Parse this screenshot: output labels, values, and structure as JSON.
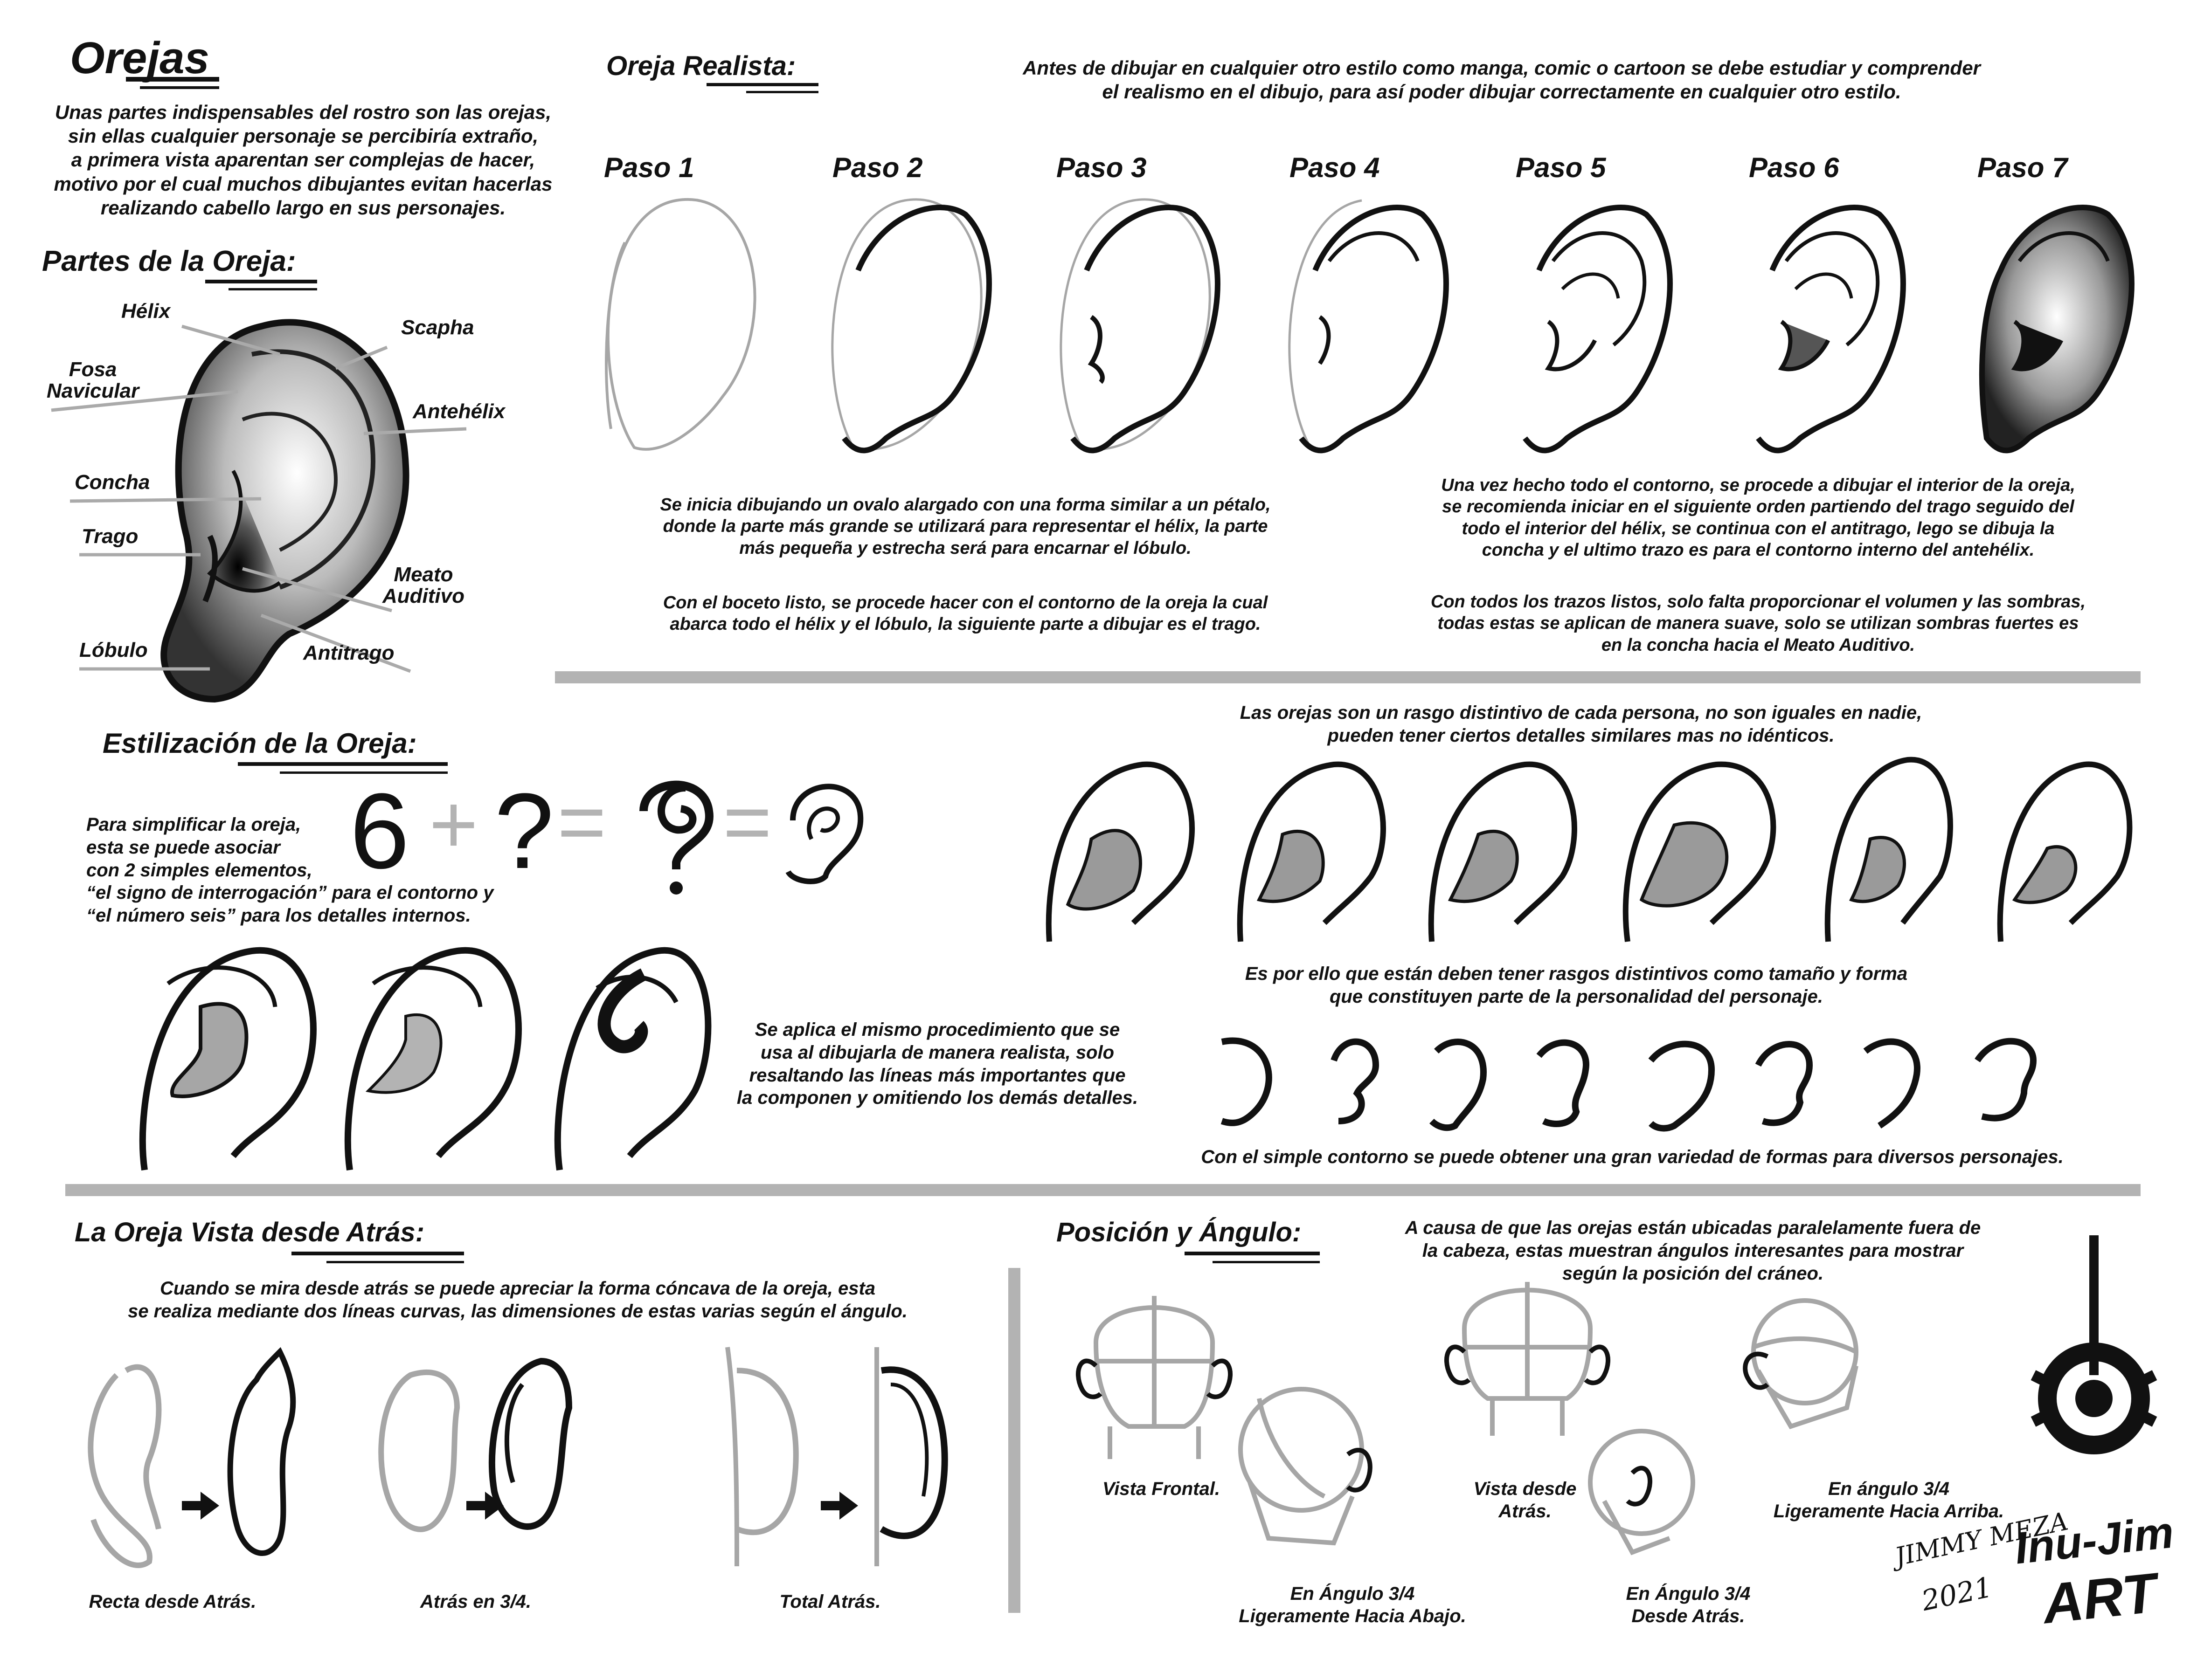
{
  "header": {
    "title": "Orejas",
    "intro": "Unas partes indispensables del rostro son las orejas,\nsin ellas cualquier personaje se percibiría extraño,\na primera vista aparentan ser complejas de hacer,\nmotivo por el cual muchos dibujantes evitan hacerlas\nrealizando cabello largo en sus personajes."
  },
  "parts": {
    "title": "Partes de la Oreja:",
    "labels": {
      "helix": "Hélix",
      "fosa": "Fosa\nNavicular",
      "scapha": "Scapha",
      "antehelix": "Antehélix",
      "concha": "Concha",
      "trago": "Trago",
      "meato": "Meato\nAuditivo",
      "lobulo": "Lóbulo",
      "antitrago": "Antitrago"
    }
  },
  "realistic": {
    "title": "Oreja Realista:",
    "intro": "Antes de dibujar en cualquier otro estilo como manga, comic o cartoon se debe estudiar y comprender\nel realismo en el dibujo, para así poder dibujar correctamente en cualquier otro estilo.",
    "steps": [
      "Paso 1",
      "Paso 2",
      "Paso 3",
      "Paso 4",
      "Paso 5",
      "Paso 6",
      "Paso 7"
    ],
    "left_text_1": "Se inicia dibujando un ovalo alargado con una forma similar a un pétalo,\ndonde la parte más grande se utilizará para representar el hélix, la parte\nmás pequeña y estrecha será para encarnar el lóbulo.",
    "left_text_2": "Con el boceto listo, se procede hacer con el contorno de la oreja la cual\nabarca todo el hélix y el lóbulo, la siguiente parte a dibujar es el trago.",
    "right_text_1": "Una vez hecho todo el contorno, se procede a dibujar el interior de la oreja,\nse recomienda iniciar en el siguiente orden partiendo del trago seguido del\ntodo el interior del hélix, se continua con el antitrago, lego se dibuja la\nconcha y el ultimo trazo es para el contorno interno del antehélix.",
    "right_text_2": "Con todos los trazos listos, solo falta proporcionar el volumen y las sombras,\ntodas estas se aplican de manera suave, solo se utilizan sombras fuertes es\nen la concha hacia el Meato Auditivo."
  },
  "stylization": {
    "title": "Estilización de la Oreja:",
    "text": "Para simplificar la oreja,\nesta se puede asociar\ncon 2 simples elementos,\n“el signo de interrogación” para el contorno y\n“el número seis” para los detalles internos.",
    "equation": {
      "six": "6",
      "plus": "+",
      "question": "?",
      "equals": "="
    },
    "procedure_text": "Se aplica el mismo procedimiento que se\nusa al dibujarla de manera realista, solo\nresaltando las líneas más importantes que\nla componen y omitiendo los demás detalles."
  },
  "variety": {
    "intro": "Las orejas son un rasgo distintivo de cada persona, no son iguales en nadie,\npueden tener ciertos detalles similares mas no idénticos.",
    "middle": "Es por ello que están deben tener rasgos distintivos como tamaño y forma\nque constituyen parte de la personalidad del personaje.",
    "bottom": "Con el simple contorno se puede obtener una gran variedad de formas para diversos personajes."
  },
  "back": {
    "title": "La Oreja Vista desde Atrás:",
    "text": "Cuando se mira desde atrás se puede apreciar la forma cóncava de la oreja, esta\nse realiza mediante dos líneas curvas, las dimensiones de estas varias según el ángulo.",
    "captions": [
      "Recta desde Atrás.",
      "Atrás en 3/4.",
      "Total Atrás."
    ]
  },
  "position": {
    "title": "Posición y Ángulo:",
    "text": "A causa de que las orejas están ubicadas paralelamente fuera de\nla cabeza, estas muestran ángulos interesantes para mostrar\nsegún la posición del cráneo.",
    "captions": {
      "frontal": "Vista Frontal.",
      "down": "En Ángulo 3/4\nLigeramente Hacia Abajo.",
      "back": "Vista desde\nAtrás.",
      "back34": "En Ángulo 3/4\nDesde Atrás.",
      "up": "En ángulo 3/4\nLigeramente Hacia Arriba."
    }
  },
  "signature": {
    "name": "JIMMY MEZA",
    "year": "2021",
    "logo_line1": "Inu-Jim",
    "logo_line2": "ART"
  },
  "colors": {
    "ink": "#111111",
    "separator": "#b3b3b3",
    "sketch": "#a6a6a6",
    "shade": "#9a9a9a"
  }
}
